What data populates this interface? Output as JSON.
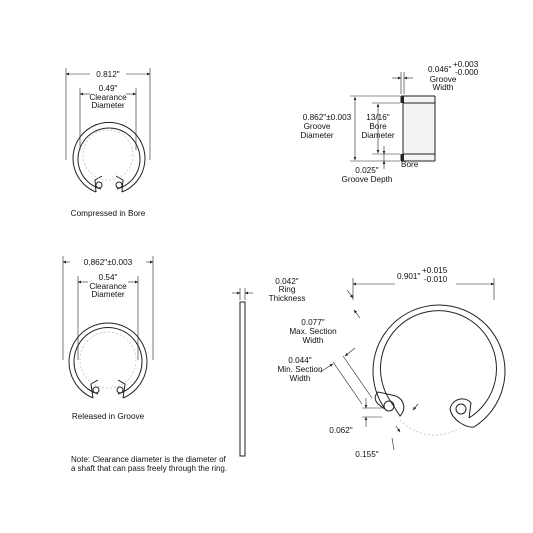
{
  "views": {
    "compressed": {
      "outer_dim": "0.812\"",
      "clearance_value": "0.49\"",
      "clearance_label_1": "Clearance",
      "clearance_label_2": "Diameter",
      "caption": "Compressed in Bore"
    },
    "groove": {
      "width_value": "0.046\"",
      "width_tol_plus": "+0.003",
      "width_tol_minus": "-0.000",
      "width_label_1": "Groove",
      "width_label_2": "Width",
      "diameter_value": "0.862\"±0.003",
      "diameter_label_1": "Groove",
      "diameter_label_2": "Diameter",
      "bore_value": "13/16\"",
      "bore_label_1": "Bore",
      "bore_label_2": "Diameter",
      "bore_tag": "Bore",
      "depth_value": "0.025\"",
      "depth_label": "Groove Depth"
    },
    "released": {
      "outer_dim": "0.862\"±0.003",
      "clearance_value": "0.54\"",
      "clearance_label_1": "Clearance",
      "clearance_label_2": "Diameter",
      "caption": "Released in Groove"
    },
    "thickness": {
      "value": "0.042\"",
      "label_1": "Ring",
      "label_2": "Thickness"
    },
    "detail": {
      "free_dia_value": "0.901\"",
      "free_dia_tol_plus": "+0.015",
      "free_dia_tol_minus": "-0.010",
      "max_section_value": "0.077\"",
      "max_section_label_1": "Max. Section",
      "max_section_label_2": "Width",
      "min_section_value": "0.044\"",
      "min_section_label_1": "Min. Section",
      "min_section_label_2": "Width",
      "lug_value": "0.062\"",
      "gap_value": "0.155\""
    }
  },
  "note": {
    "line_1": "Note: Clearance diameter is the diameter of",
    "line_2": "a shaft that can pass freely through the ring."
  }
}
